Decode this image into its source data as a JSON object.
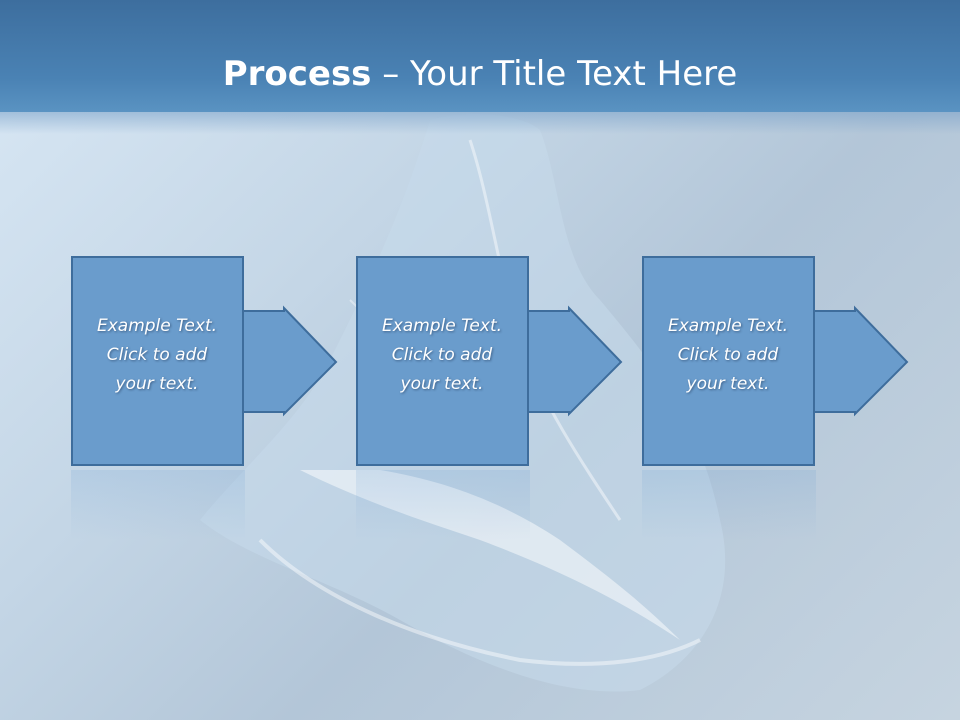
{
  "slide": {
    "title_bold": "Process",
    "title_rest": " – Your Title Text Here"
  },
  "steps": [
    {
      "line1": "Example Text.",
      "line2": "Click  to add",
      "line3": "your text."
    },
    {
      "line1": "Example Text.",
      "line2": "Click  to add",
      "line3": "your text."
    },
    {
      "line1": "Example Text.",
      "line2": "Click  to add",
      "line3": "your text."
    }
  ],
  "colors": {
    "header": "#4a82b4",
    "box_fill": "#6a9ccc",
    "box_stroke": "#3e6d9c",
    "text": "#ffffff"
  }
}
